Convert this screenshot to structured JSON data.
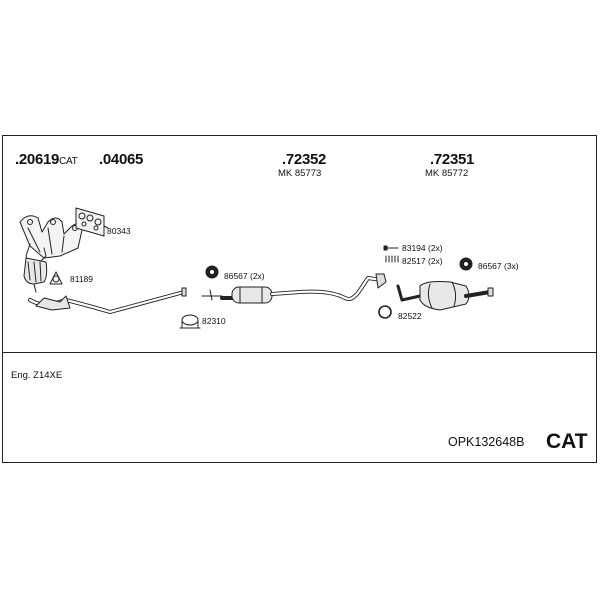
{
  "header_parts": [
    {
      "number": ".20619",
      "suffix": "CAT",
      "sub": ""
    },
    {
      "number": ".04065",
      "suffix": "",
      "sub": ""
    },
    {
      "number": ".72352",
      "suffix": "",
      "sub": "MK 85773"
    },
    {
      "number": ".72351",
      "suffix": "",
      "sub": "MK 85772"
    }
  ],
  "callouts": {
    "gasket": "80343",
    "ring": "81189",
    "rubber_front": "86567 (2x)",
    "clamp": "82310",
    "bolt": "83194 (2x)",
    "spring": "82517 (2x)",
    "ring_rear": "82522",
    "rubber_rear": "86567 (3x)"
  },
  "engine": "Eng. Z14XE",
  "kit_code": "OPK132648B",
  "badge": "CAT"
}
